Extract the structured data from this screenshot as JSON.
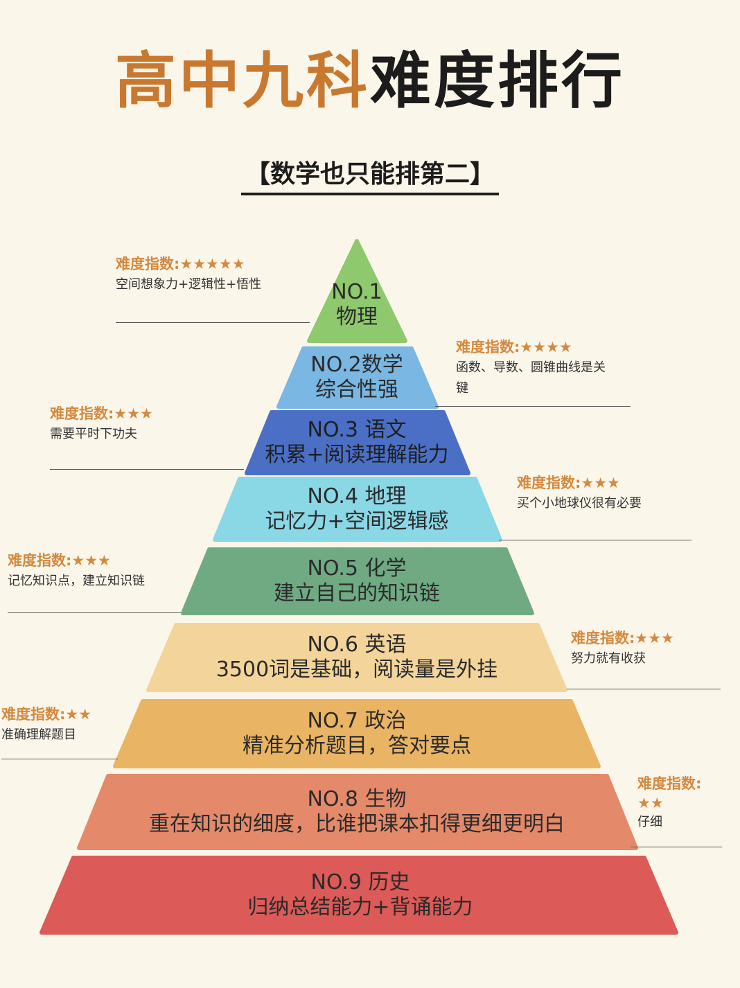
{
  "title": {
    "part1": "高中九科",
    "part2": "难度排行"
  },
  "subtitle": "【数学也只能排第二】",
  "levels": [
    {
      "rank": "NO.1",
      "subject": "物理",
      "line1": "NO.1",
      "line2": "物理",
      "color": "#8ec96d"
    },
    {
      "rank": "NO.2",
      "subject": "数学",
      "line1": "NO.2数学",
      "line2": "综合性强",
      "color": "#7ab7e3"
    },
    {
      "rank": "NO.3",
      "subject": "语文",
      "line1": "NO.3 语文",
      "line2": "积累+阅读理解能力",
      "color": "#4a6fc4"
    },
    {
      "rank": "NO.4",
      "subject": "地理",
      "line1": "NO.4 地理",
      "line2": "记忆力+空间逻辑感",
      "color": "#8ad7e6"
    },
    {
      "rank": "NO.5",
      "subject": "化学",
      "line1": "NO.5 化学",
      "line2": "建立自己的知识链",
      "color": "#6faa83"
    },
    {
      "rank": "NO.6",
      "subject": "英语",
      "line1": "NO.6 英语",
      "line2": "3500词是基础，阅读量是外挂",
      "color": "#f3d49a"
    },
    {
      "rank": "NO.7",
      "subject": "政治",
      "line1": "NO.7 政治",
      "line2": "精准分析题目，答对要点",
      "color": "#e9b463"
    },
    {
      "rank": "NO.8",
      "subject": "生物",
      "line1": "NO.8  生物",
      "line2": "重在知识的细度，比谁把课本扣得更细更明白",
      "color": "#e48a6a"
    },
    {
      "rank": "NO.9",
      "subject": "历史",
      "line1": "NO.9  历史",
      "line2": "归纳总结能力+背诵能力",
      "color": "#dc5a57"
    }
  ],
  "notes": [
    {
      "rating_label": "难度指数:",
      "stars": 5,
      "stars_text": "★★★★★",
      "desc": [
        "空间想象力+逻辑性+悟性"
      ]
    },
    {
      "rating_label": "难度指数:",
      "stars": 4,
      "stars_text": "★★★★",
      "desc": [
        "函数、导数、圆锥曲线是关",
        "键"
      ]
    },
    {
      "rating_label": "难度指数:",
      "stars": 3,
      "stars_text": "★★★",
      "desc": [
        "需要平时下功夫"
      ]
    },
    {
      "rating_label": "难度指数:",
      "stars": 3,
      "stars_text": "★★★",
      "desc": [
        "买个小地球仪很有必要"
      ]
    },
    {
      "rating_label": "难度指数:",
      "stars": 3,
      "stars_text": "★★★",
      "desc": [
        "记忆知识点，建立知识链"
      ]
    },
    {
      "rating_label": "难度指数:",
      "stars": 3,
      "stars_text": "★★★",
      "desc": [
        "努力就有收获"
      ]
    },
    {
      "rating_label": "难度指数:",
      "stars": 2,
      "stars_text": "★★",
      "desc": [
        "准确理解题目"
      ]
    },
    {
      "rating_label": "难度指数:",
      "stars": 2,
      "stars_text": "★★",
      "desc": [
        "仔细"
      ]
    }
  ]
}
